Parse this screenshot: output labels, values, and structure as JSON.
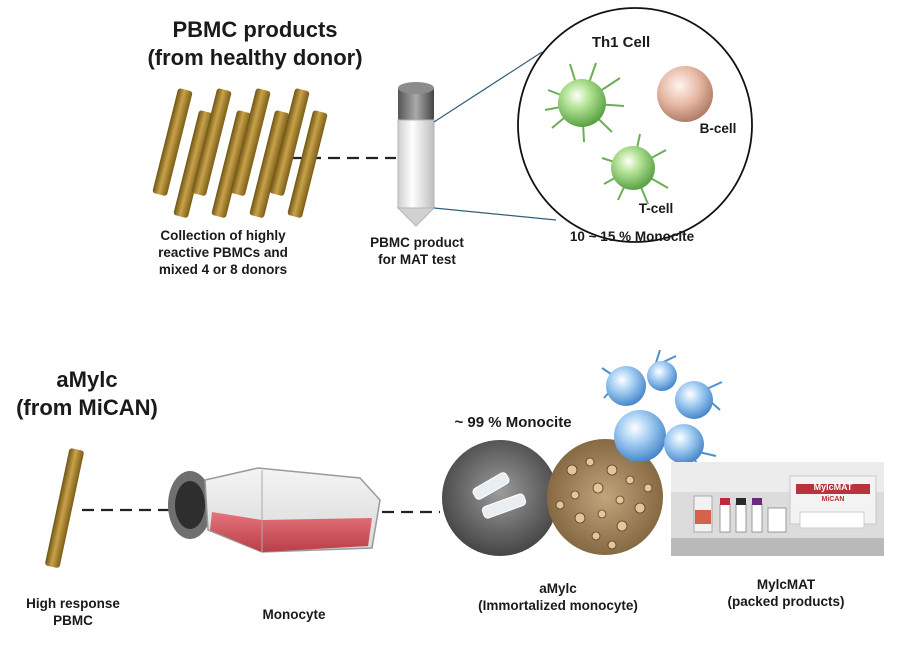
{
  "top": {
    "title_line1": "PBMC products",
    "title_line2": "(from healthy donor)",
    "collection_line1": "Collection of highly",
    "collection_line2": "reactive PBMCs and",
    "collection_line3": "mixed 4 or 8 donors",
    "vial_line1": "PBMC product",
    "vial_line2": "for MAT test",
    "cell_th1": "Th1 Cell",
    "cell_b": "B-cell",
    "cell_t": "T-cell",
    "monocyte_pct": "10 ~ 15 % Monocite"
  },
  "bottom": {
    "title_line1": "aMylc",
    "title_line2": "(from MiCAN)",
    "high_line1": "High response",
    "high_line2": "PBMC",
    "flask_label": "Monocyte",
    "monocyte_pct": "~ 99 % Monocite",
    "amylc_line1": "aMylc",
    "amylc_line2": "(Immortalized monocyte)",
    "product_line1": "MylcMAT",
    "product_line2": "(packed products)",
    "box_brand": "MylcMAT",
    "box_sub": "MiCAN"
  },
  "colors": {
    "straw": "#b08a2c",
    "cell_green": "#9bd27a",
    "cell_blue": "#7fb7ea",
    "medium_red": "#d9454f"
  }
}
